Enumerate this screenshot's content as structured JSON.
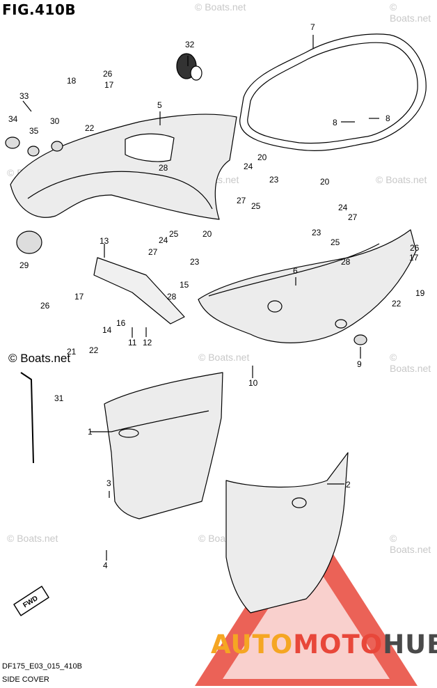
{
  "figure": {
    "title": "FIG.410B",
    "code": "DF175_E03_015_410B",
    "caption": "SIDE COVER"
  },
  "watermark": {
    "small": "© Boats.net",
    "main": "© Boats.net"
  },
  "brand": {
    "part1": "AUTO",
    "part2": "MOTO",
    "part3": "HUB",
    "colors": {
      "auto": "#f5a623",
      "moto": "#e8473a",
      "hub": "#4a4a4a"
    }
  },
  "direction_badge": "FWD",
  "callouts": [
    "1",
    "2",
    "3",
    "4",
    "5",
    "6",
    "7",
    "8",
    "8",
    "9",
    "10",
    "11",
    "12",
    "13",
    "14",
    "15",
    "16",
    "17",
    "17",
    "17",
    "18",
    "19",
    "20",
    "20",
    "20",
    "21",
    "22",
    "22",
    "22",
    "23",
    "23",
    "23",
    "24",
    "24",
    "24",
    "25",
    "25",
    "25",
    "26",
    "26",
    "26",
    "27",
    "27",
    "27",
    "28",
    "28",
    "28",
    "29",
    "30",
    "31",
    "32",
    "33",
    "34",
    "35"
  ]
}
